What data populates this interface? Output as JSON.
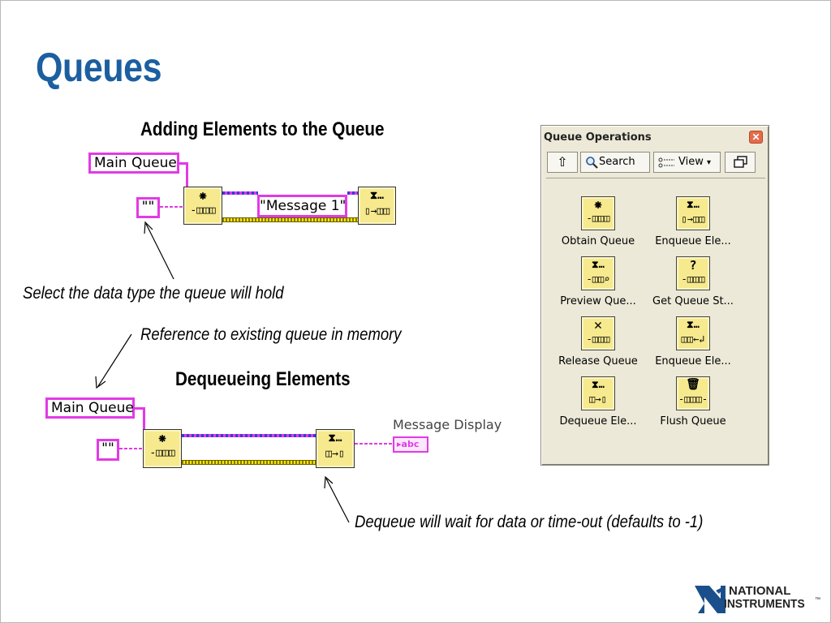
{
  "slide": {
    "title": "Queues",
    "sections": {
      "adding_heading": "Adding Elements to the Queue",
      "dequeue_heading": "Dequeueing Elements"
    },
    "notes": {
      "data_type": "Select the data type the queue will hold",
      "existing_ref": "Reference to existing queue in memory",
      "dequeue_wait": "Dequeue will wait for data or time-out (defaults to -1)"
    }
  },
  "diagram_top": {
    "queue_label": "Main Queue",
    "empty_string": "\"\"",
    "message_const": "\"Message 1\""
  },
  "diagram_bottom": {
    "queue_label": "Main Queue",
    "empty_string": "\"\"",
    "indicator_label": "Message Display",
    "indicator_value": "abc"
  },
  "palette": {
    "title": "Queue Operations",
    "close": "✕",
    "toolbar": {
      "up": "⇧",
      "search": "Search",
      "view": "View",
      "view_caret": "▾"
    },
    "items": [
      {
        "label": "Obtain Queue",
        "icon": "obtain-queue-icon"
      },
      {
        "label": "Enqueue Ele...",
        "icon": "enqueue-element-icon"
      },
      {
        "label": "Preview Que...",
        "icon": "preview-queue-icon"
      },
      {
        "label": "Get Queue St...",
        "icon": "get-queue-status-icon"
      },
      {
        "label": "Release Queue",
        "icon": "release-queue-icon"
      },
      {
        "label": "Enqueue Ele...",
        "icon": "enqueue-element-at-opposite-end-icon"
      },
      {
        "label": "Dequeue Ele...",
        "icon": "dequeue-element-icon"
      },
      {
        "label": "Flush Queue",
        "icon": "flush-queue-icon"
      }
    ]
  },
  "logo": {
    "line1": "NATIONAL",
    "line2": "INSTRUMENTS",
    "tm": "™"
  },
  "colors": {
    "title_blue": "#1c5fa0",
    "queue_wire_pink": "#e23ae6",
    "error_wire_yellow": "#f5e800",
    "vi_fill": "#f6e98e",
    "palette_bg": "#ece9d8"
  }
}
